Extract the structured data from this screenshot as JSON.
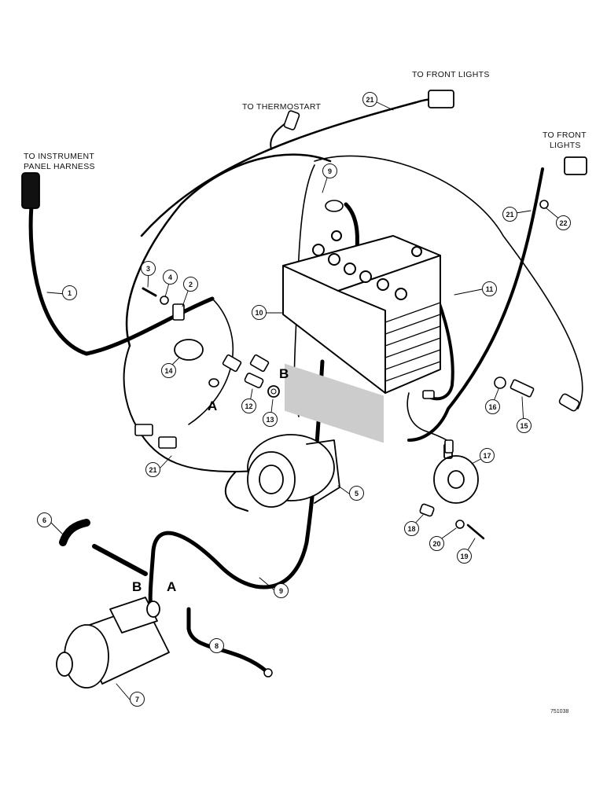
{
  "labels": {
    "front_lights_top": "TO FRONT LIGHTS",
    "thermostart": "TO THERMOSTART",
    "instrument_line1": "TO INSTRUMENT",
    "instrument_line2": "PANEL HARNESS",
    "front_lights_right_line1": "TO FRONT",
    "front_lights_right_line2": "LIGHTS"
  },
  "letters": {
    "a_left": "A",
    "b_right": "B",
    "b_starter": "B",
    "a_starter": "A"
  },
  "callouts": [
    "1",
    "2",
    "3",
    "4",
    "5",
    "6",
    "7",
    "8",
    "9",
    "9",
    "10",
    "11",
    "12",
    "13",
    "14",
    "15",
    "16",
    "17",
    "18",
    "19",
    "20",
    "21",
    "21",
    "21",
    "22"
  ],
  "figure_code": "751038"
}
